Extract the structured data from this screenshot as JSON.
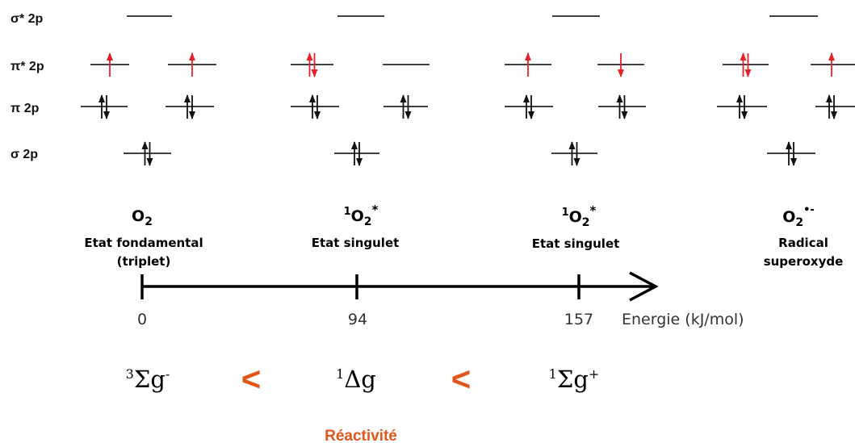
{
  "orbital_labels": {
    "sigma_star": "σ* 2p",
    "pi_star": "π* 2p",
    "pi": "π 2p",
    "sigma": "σ 2p"
  },
  "states": [
    {
      "formula": "O",
      "subscript": "2",
      "prefix": "",
      "superscript": "",
      "desc_lines": [
        "Etat fondamental",
        "(triplet)"
      ],
      "pi_star": [
        "up",
        "up"
      ]
    },
    {
      "formula": "O",
      "subscript": "2",
      "prefix": "1",
      "superscript": "*",
      "desc_lines": [
        "Etat singulet"
      ],
      "pi_star": [
        "pair",
        "empty"
      ]
    },
    {
      "formula": "O",
      "subscript": "2",
      "prefix": "1",
      "superscript": "*",
      "desc_lines": [
        "Etat singulet"
      ],
      "pi_star": [
        "up",
        "down"
      ]
    },
    {
      "formula": "O",
      "subscript": "2",
      "prefix": "",
      "superscript": "•-",
      "desc_lines": [
        "Radical",
        "superoxyde"
      ],
      "pi_star": [
        "pair",
        "up"
      ]
    }
  ],
  "axis": {
    "label": "Energie (kJ/mol)",
    "ticks": [
      "0",
      "94",
      "157"
    ]
  },
  "terms": [
    {
      "pre": "3",
      "base": "Σg",
      "post": "-"
    },
    {
      "pre": "1",
      "base": "Δg",
      "post": ""
    },
    {
      "pre": "1",
      "base": "Σg",
      "post": "+"
    }
  ],
  "comparator": "<",
  "reactivity_label": "Réactivité",
  "colors": {
    "electron_red": "#e8202a",
    "electron_dark": "#111111",
    "accent": "#e2561b",
    "line": "#000000"
  }
}
